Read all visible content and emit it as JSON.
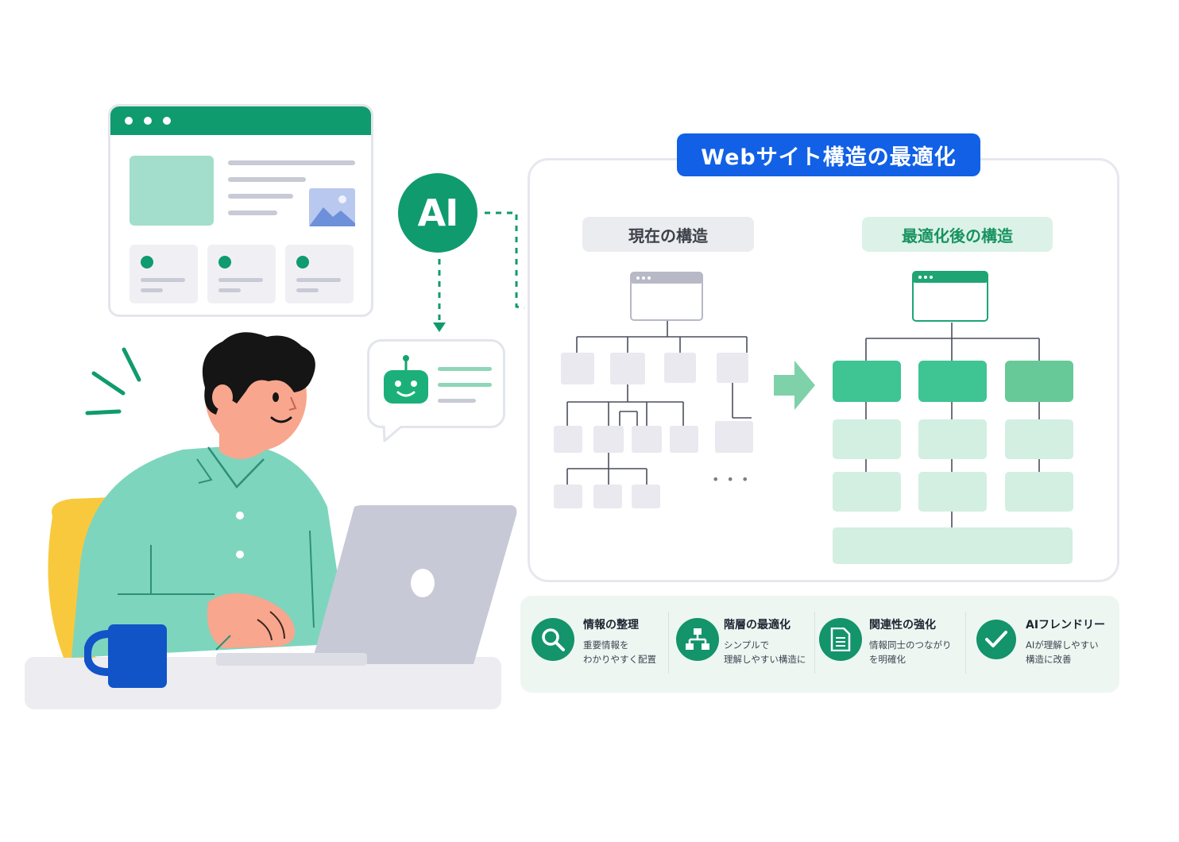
{
  "title": "Webサイト構造の最適化",
  "ai_label": "AI",
  "current_label": "現在の構造",
  "optimized_label": "最適化後の構造",
  "ellipsis": "• • •",
  "features": [
    {
      "icon": "search-icon",
      "title": "情報の整理",
      "line1": "重要情報を",
      "line2": "わかりやすく配置"
    },
    {
      "icon": "hierarchy-icon",
      "title": "階層の最適化",
      "line1": "シンプルで",
      "line2": "理解しやすい構造に"
    },
    {
      "icon": "document-icon",
      "title": "関連性の強化",
      "line1": "情報同士のつながり",
      "line2": "を明確化"
    },
    {
      "icon": "check-icon",
      "title": "AIフレンドリー",
      "line1": "AIが理解しやすい",
      "line2": "構造に改善"
    }
  ],
  "colors": {
    "brand_green": "#0f9b6e",
    "title_blue": "#1160e6",
    "light_green": "#d2efe2",
    "gray_box": "#e9e9ef"
  }
}
